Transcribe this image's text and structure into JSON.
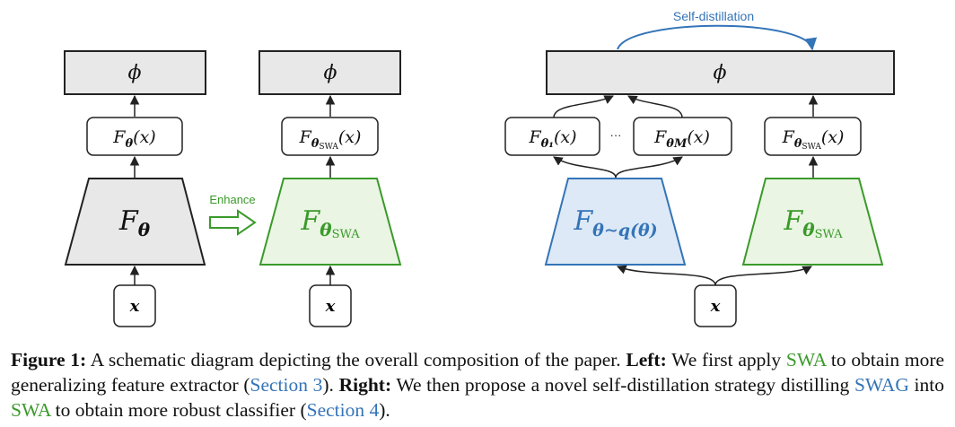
{
  "diagram": {
    "phi": "ϕ",
    "enhance_label": "Enhance",
    "self_distillation_label": "Self-distillation",
    "ellipsis": "···",
    "x_symbol": "x",
    "feature_F": "F",
    "sub_theta": "θ",
    "sub_theta_swa": "θ",
    "swa_subscript": "SWA",
    "sub_theta_1": "θ₁",
    "sub_theta_M": "θM",
    "sub_theta_q": "θ∼q(θ)",
    "arg_x": "(x)"
  },
  "caption": {
    "figure_label": "Figure 1:",
    "text_1": " A schematic diagram depicting the overall composition of the paper. ",
    "left_label": "Left:",
    "text_2": " We first apply ",
    "swa_1": "SWA",
    "text_3": " to obtain more generalizing feature extractor (",
    "section3": "Section 3",
    "text_4": ").  ",
    "right_label": "Right:",
    "text_5": " We then propose a novel self-distillation strategy distilling ",
    "swag": "SWAG",
    "text_6": " into ",
    "swa_2": "SWA",
    "text_7": " to obtain more robust classifier (",
    "section4": "Section 4",
    "text_8": ")."
  },
  "colors": {
    "gray_fill": "#e8e8e8",
    "green": "#3a9a2a",
    "green_fill": "#eaf5e3",
    "blue": "#3474b8",
    "blue_fill": "#dde9f6",
    "border": "#222222"
  }
}
